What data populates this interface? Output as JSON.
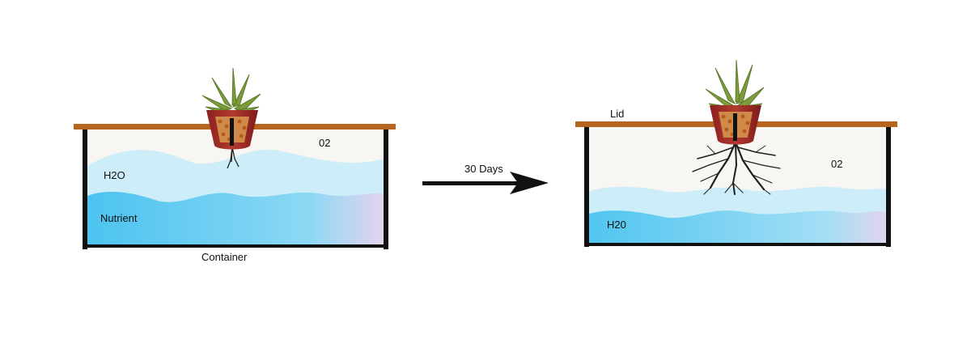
{
  "before": {
    "o2_label": "02",
    "water_label": "H2O",
    "nutrient_label": "Nutrient",
    "container_label": "Container"
  },
  "transition": {
    "label": "30 Days"
  },
  "after": {
    "lid_label": "Lid",
    "o2_label": "02",
    "water_label": "H20"
  },
  "colors": {
    "lid": "#b5651d",
    "wall": "#111111",
    "air": "#f6f5f2",
    "water_light": "#cdeef8",
    "water_nutrient": "#5cc8ef",
    "pot": "#a52a2a",
    "pot_fill": "#c8762f",
    "leaves": "#7a9a3a",
    "roots": "#222222"
  }
}
